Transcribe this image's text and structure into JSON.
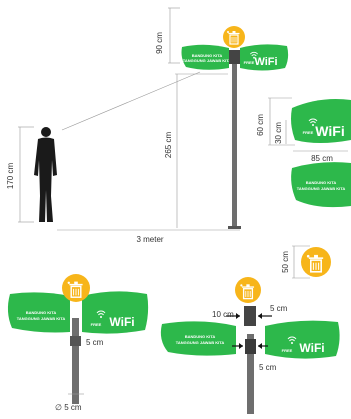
{
  "dimensions": {
    "dim_90cm": "90 cm",
    "dim_265cm": "265 cm",
    "dim_170cm": "170 cm",
    "dim_3meter": "3 meter",
    "dim_60cm": "60 cm",
    "dim_30cm": "30 cm",
    "dim_85cm": "85 cm",
    "dim_50cm": "50 cm",
    "dim_5cm_pole": "5 cm",
    "dim_5cm_diameter": "∅ 5 cm",
    "dim_10cm": "10 cm",
    "dim_5cm_top": "5 cm",
    "dim_5cm_side": "5 cm"
  },
  "sign": {
    "line1": "BANDUNG KITA",
    "line2": "TANGGUNG JAWAB KITA",
    "wifi_prefix": "FREE",
    "wifi_label": "WiFi"
  },
  "colors": {
    "sign_green": "#2db84b",
    "pole_gray": "#6e6e6e",
    "bin_yellow": "#f7b51a",
    "person_black": "#1a1a1a"
  },
  "icons": [
    "trash-bin-icon",
    "wifi-icon",
    "person-silhouette"
  ]
}
